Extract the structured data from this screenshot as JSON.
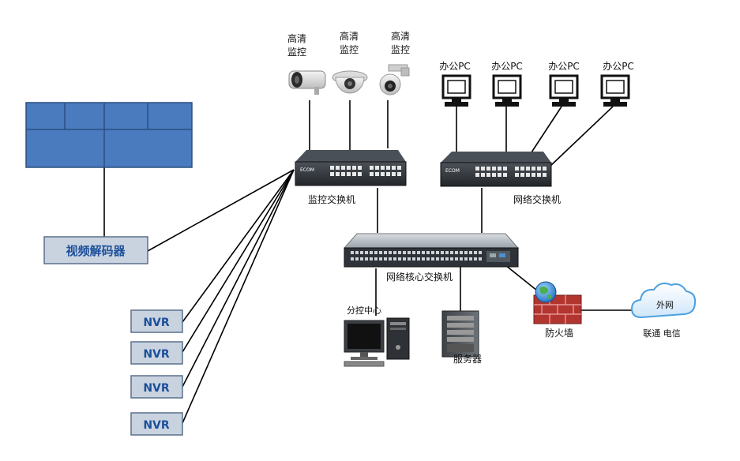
{
  "cameras": [
    {
      "label_line1": "高清",
      "label_line2": "监控"
    },
    {
      "label_line1": "高清",
      "label_line2": "监控"
    },
    {
      "label_line1": "高清",
      "label_line2": "监控"
    }
  ],
  "office_pcs": [
    {
      "label": "办公PC"
    },
    {
      "label": "办公PC"
    },
    {
      "label": "办公PC"
    },
    {
      "label": "办公PC"
    }
  ],
  "monitor_switch": {
    "label": "监控交换机",
    "brand": "ECOM"
  },
  "network_switch": {
    "label": "网络交换机",
    "brand": "ECOM"
  },
  "core_switch": {
    "label": "网络核心交换机"
  },
  "video_decoder": {
    "label": "视频解码器"
  },
  "nvrs": [
    {
      "label": "NVR"
    },
    {
      "label": "NVR"
    },
    {
      "label": "NVR"
    },
    {
      "label": "NVR"
    }
  ],
  "branch_center": {
    "label": "分控中心"
  },
  "server": {
    "label": "服务器"
  },
  "firewall": {
    "label": "防火墙"
  },
  "internet": {
    "label": "外网",
    "sublabel": "联通 电信"
  },
  "colors": {
    "videowall": "#4a7bbf",
    "videowall_border": "#2a4f80",
    "box_fill": "#c9d3e0",
    "box_border": "#5a6f8c",
    "text_blue": "#1c4f9a",
    "switch_body": "#1e2226",
    "brick": "#b2352f",
    "cloud": "#4aa0e0"
  }
}
